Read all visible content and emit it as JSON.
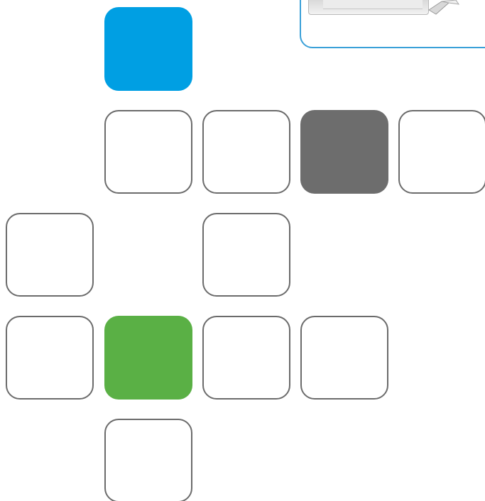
{
  "board": {
    "tiles": [
      {
        "id": "r0c1",
        "state": "filled",
        "color": "#009fe3"
      },
      {
        "id": "r1c1",
        "state": "empty"
      },
      {
        "id": "r1c2",
        "state": "empty"
      },
      {
        "id": "r1c3",
        "state": "filled",
        "color": "#6d6d6d"
      },
      {
        "id": "r1c4",
        "state": "empty"
      },
      {
        "id": "r2c0",
        "state": "empty"
      },
      {
        "id": "r2c2",
        "state": "empty"
      },
      {
        "id": "r3c0",
        "state": "empty"
      },
      {
        "id": "r3c1",
        "state": "filled",
        "color": "#5ab045"
      },
      {
        "id": "r3c2",
        "state": "empty"
      },
      {
        "id": "r3c3",
        "state": "empty"
      },
      {
        "id": "r4c1",
        "state": "empty"
      }
    ]
  },
  "preview": {
    "icon": "fixture-image-icon",
    "border_color": "#3aa0d8"
  },
  "colors": {
    "tile_border": "#6b6b6b",
    "blue": "#009fe3",
    "gray": "#6d6d6d",
    "green": "#5ab045"
  }
}
